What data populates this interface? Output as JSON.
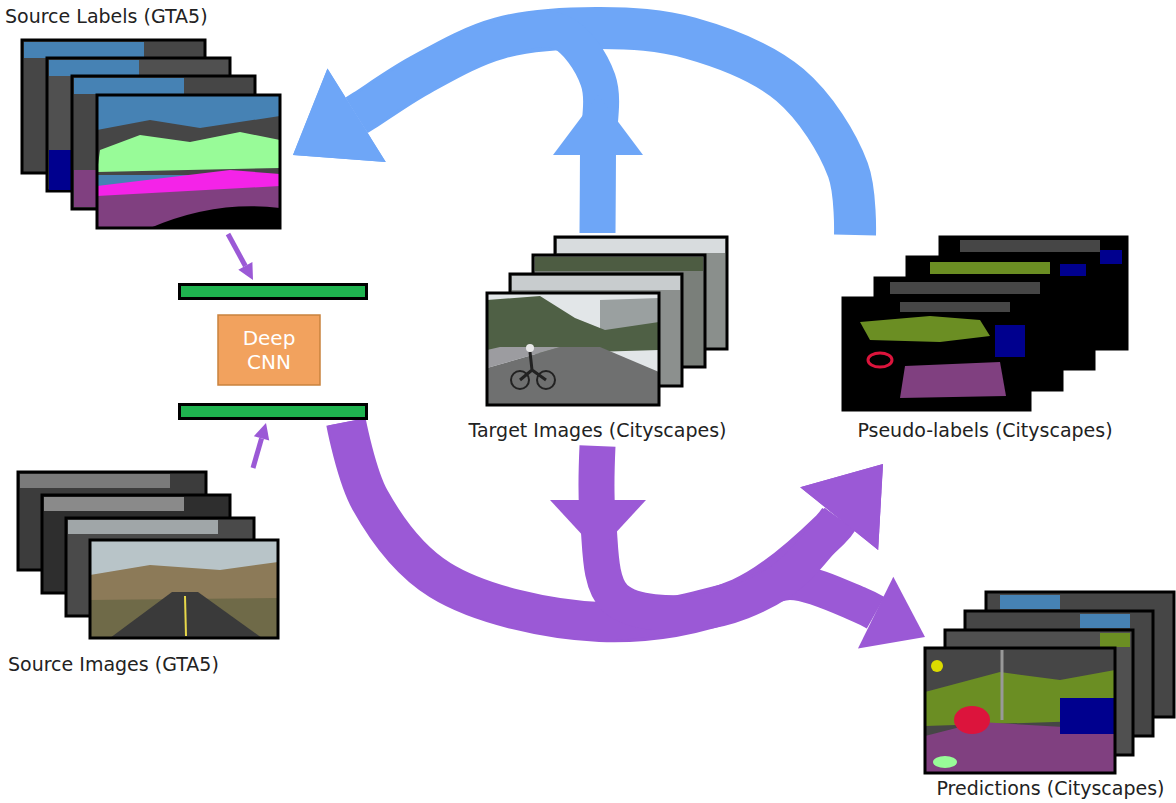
{
  "diagram": {
    "nodes": [
      {
        "text": [
          "Source Labels (GTA5)"
        ]
      },
      {
        "text": [
          "Deep CNN"
        ]
      },
      {
        "text": [
          "Source Images (GTA5)"
        ]
      },
      {
        "text": [
          "Target Images (Cityscapes)"
        ]
      },
      {
        "text": [
          "Pseudo-labels (Cityscapes)"
        ]
      },
      {
        "text": [
          "Predictions (Cityscapes)"
        ]
      }
    ],
    "edges": [
      {
        "from": 0,
        "to": 1,
        "arrow": "to"
      },
      {
        "from": 2,
        "to": 1,
        "arrow": "to"
      },
      {
        "from": 1,
        "to": 4,
        "arrow": "to"
      },
      {
        "from": 1,
        "to": 5,
        "arrow": "to"
      },
      {
        "from": 4,
        "to": 0,
        "arrow": "to"
      },
      {
        "from": 3,
        "to": 4,
        "arrow": "to"
      },
      {
        "from": 3,
        "to": 0,
        "arrow": "to"
      }
    ]
  }
}
